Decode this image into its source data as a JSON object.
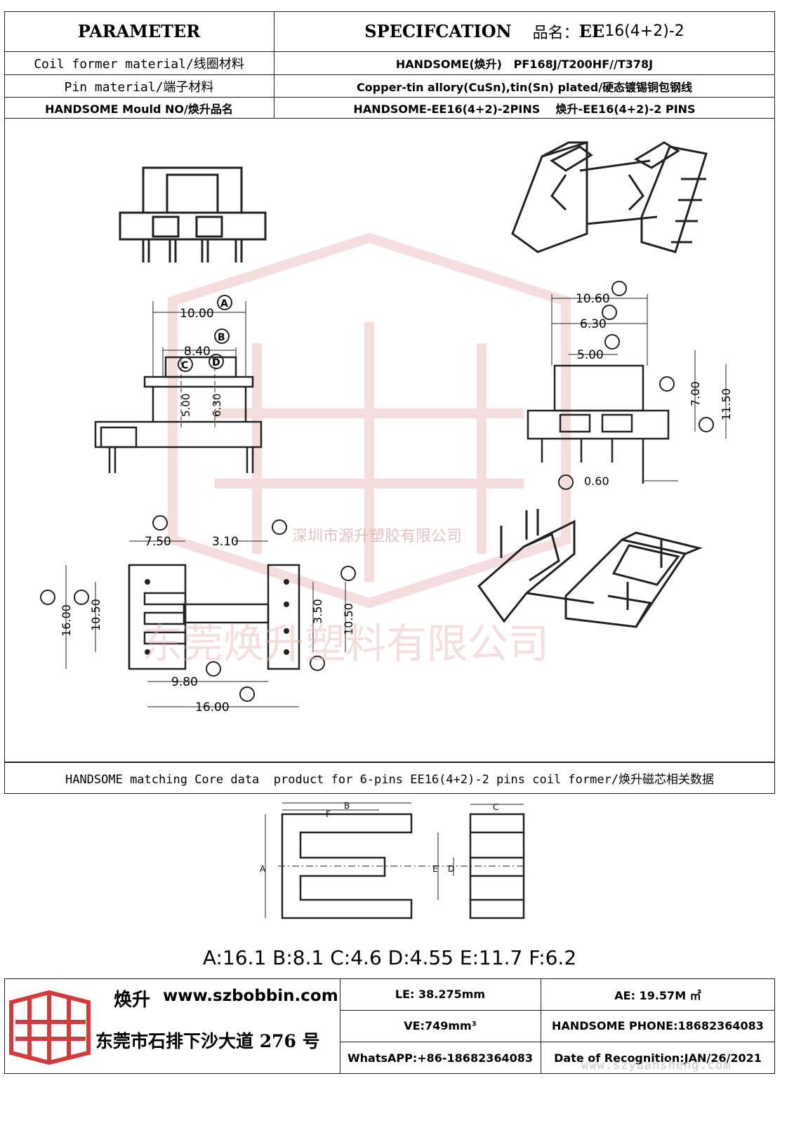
{
  "header": {
    "parameter": "PARAMETER",
    "specification": "SPECIFCATION",
    "product_name_label": "品名：",
    "product_name_bold": "EE",
    "product_name_rest": "16(4+2)-2"
  },
  "rows": [
    {
      "label": "Coil former material/线圈材料",
      "value": "HANDSOME(焕升)   PF168J/T200HF//T378J"
    },
    {
      "label": "Pin material/端子材料",
      "value": "Copper-tin allory(CuSn),tin(Sn) plated/硬态镀锡铜包钢线"
    },
    {
      "label": "HANDSOME Mould NO/焕升品名",
      "value": "HANDSOME-EE16(4+2)-2PINS    焕升-EE16(4+2)-2 PINS"
    }
  ],
  "drawing": {
    "dims": {
      "A": "10.00",
      "B": "8.40",
      "C": "5.00",
      "D": "6.30",
      "G": "10.60",
      "H": "6.30",
      "I": "5.00",
      "J": "7.00",
      "K": "11.50",
      "L": "0.60",
      "N": "7.50",
      "M": "3.10",
      "P": "3.50",
      "O": "10.50",
      "S": "16.00",
      "T": "10.50",
      "Q": "9.80",
      "R": "16.00"
    },
    "watermark_top": "深圳市源升塑胶有限公司",
    "watermark_mid": "东莞焕升塑料有限公司",
    "watermark_url": "www.szyuansheng.com"
  },
  "core": {
    "title": "HANDSOME matching Core data  product for 6-pins EE16(4+2)-2 pins coil former/焕升磁芯相关数据",
    "labels": {
      "A": "A",
      "B": "B",
      "C": "C",
      "D": "D",
      "E": "E",
      "F": "F"
    },
    "values_text": "A:16.1 B:8.1 C:4.6 D:4.55 E:11.7 F:6.2"
  },
  "footer": {
    "brand": "焕升",
    "website": "www.szbobbin.com",
    "address": "东莞市石排下沙大道 276 号",
    "le": "LE: 38.275mm",
    "ae": "AE: 19.57M ㎡",
    "ve": "VE:749mm³",
    "phone": "HANDSOME PHONE:18682364083",
    "whatsapp": "WhatsAPP:+86-18682364083",
    "date": "Date of Recognition:JAN/26/2021"
  },
  "colors": {
    "line": "#222222",
    "watermark": "#e8b0b0",
    "logo": "#d33a3a"
  }
}
